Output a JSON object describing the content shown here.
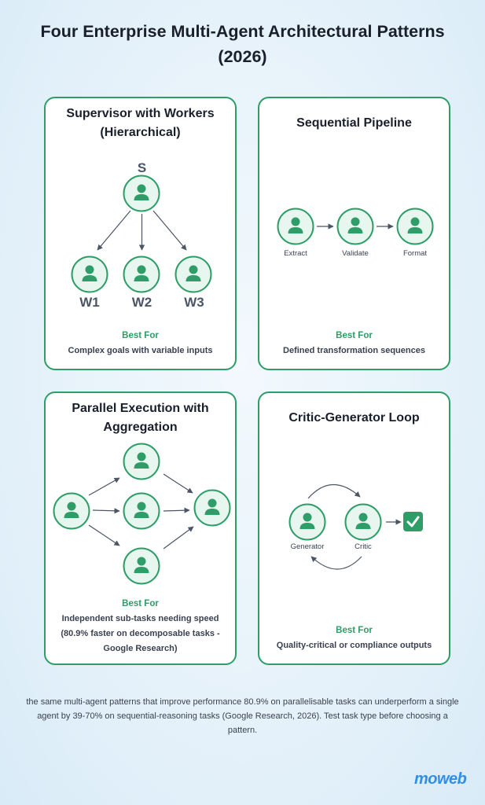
{
  "page": {
    "title": "Four Enterprise Multi-Agent Architectural Patterns (2026)",
    "footer_note": "the same multi-agent patterns that improve performance 80.9% on parallelisable tasks can underperform a single agent by 39-70% on sequential-reasoning tasks (Google Research, 2026). Test task type before choosing a pattern.",
    "brand": "moweb"
  },
  "colors": {
    "accent_green": "#2e9d68",
    "node_fill": "#e7f6ee",
    "arrow": "#4b5566",
    "text_dark": "#1a1f2c",
    "brand_blue": "#2f8fe8"
  },
  "icons": {
    "agent": "person-icon",
    "check": "checkmark-icon"
  },
  "cards": {
    "supervisor": {
      "title": "Supervisor with Workers (Hierarchical)",
      "nodes": [
        "S",
        "W1",
        "W2",
        "W3"
      ],
      "best_for_label": "Best For",
      "best_for": "Complex goals with variable inputs"
    },
    "sequential": {
      "title": "Sequential Pipeline",
      "nodes": [
        "Extract",
        "Validate",
        "Format"
      ],
      "best_for_label": "Best For",
      "best_for": "Defined transformation sequences"
    },
    "parallel": {
      "title": "Parallel Execution with Aggregation",
      "best_for_label": "Best For",
      "best_for": "Independent sub-tasks needing speed (80.9% faster on decomposable tasks - Google Research)"
    },
    "critic": {
      "title": "Critic-Generator Loop",
      "nodes": [
        "Generator",
        "Critic"
      ],
      "best_for_label": "Best For",
      "best_for": "Quality-critical or compliance outputs"
    }
  }
}
